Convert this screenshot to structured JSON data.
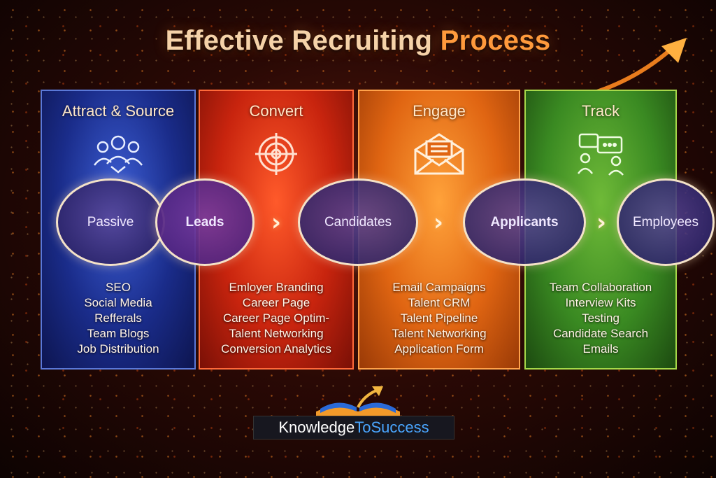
{
  "title": {
    "part1": "Effective Recruiting ",
    "part2": "Process"
  },
  "stages": [
    {
      "name": "Attract & Source",
      "icon": "people-group-icon",
      "items": [
        "SEO",
        "Social Media",
        "Refferals",
        "Team Blogs",
        "Job Distribution"
      ]
    },
    {
      "name": "Convert",
      "icon": "target-icon",
      "items": [
        "Emloyer Branding",
        "Career Page",
        "Career Page Optim-",
        "Talent Networking",
        "Conversion Analytics"
      ]
    },
    {
      "name": "Engage",
      "icon": "envelope-icon",
      "items": [
        "Email Campaigns",
        "Talent CRM",
        "Talent Pipeline",
        "Talent Networking",
        "Application Form"
      ]
    },
    {
      "name": "Track",
      "icon": "chat-people-icon",
      "items": [
        "Team Collaboration",
        "Interview Kits",
        "Testing",
        "Candidate Search",
        "Emails"
      ]
    }
  ],
  "flow": [
    "Passive",
    "Leads",
    "Candidates",
    "Applicants",
    "Employees"
  ],
  "logo": {
    "part1": "Knowledge",
    "part2": "ToSuccess"
  },
  "colors": {
    "attract": "#1a2c8a",
    "convert": "#c8240e",
    "engage": "#e06512",
    "track": "#3a8a22",
    "title_accent": "#ff9a3c",
    "logo_accent": "#4aa6ff"
  }
}
